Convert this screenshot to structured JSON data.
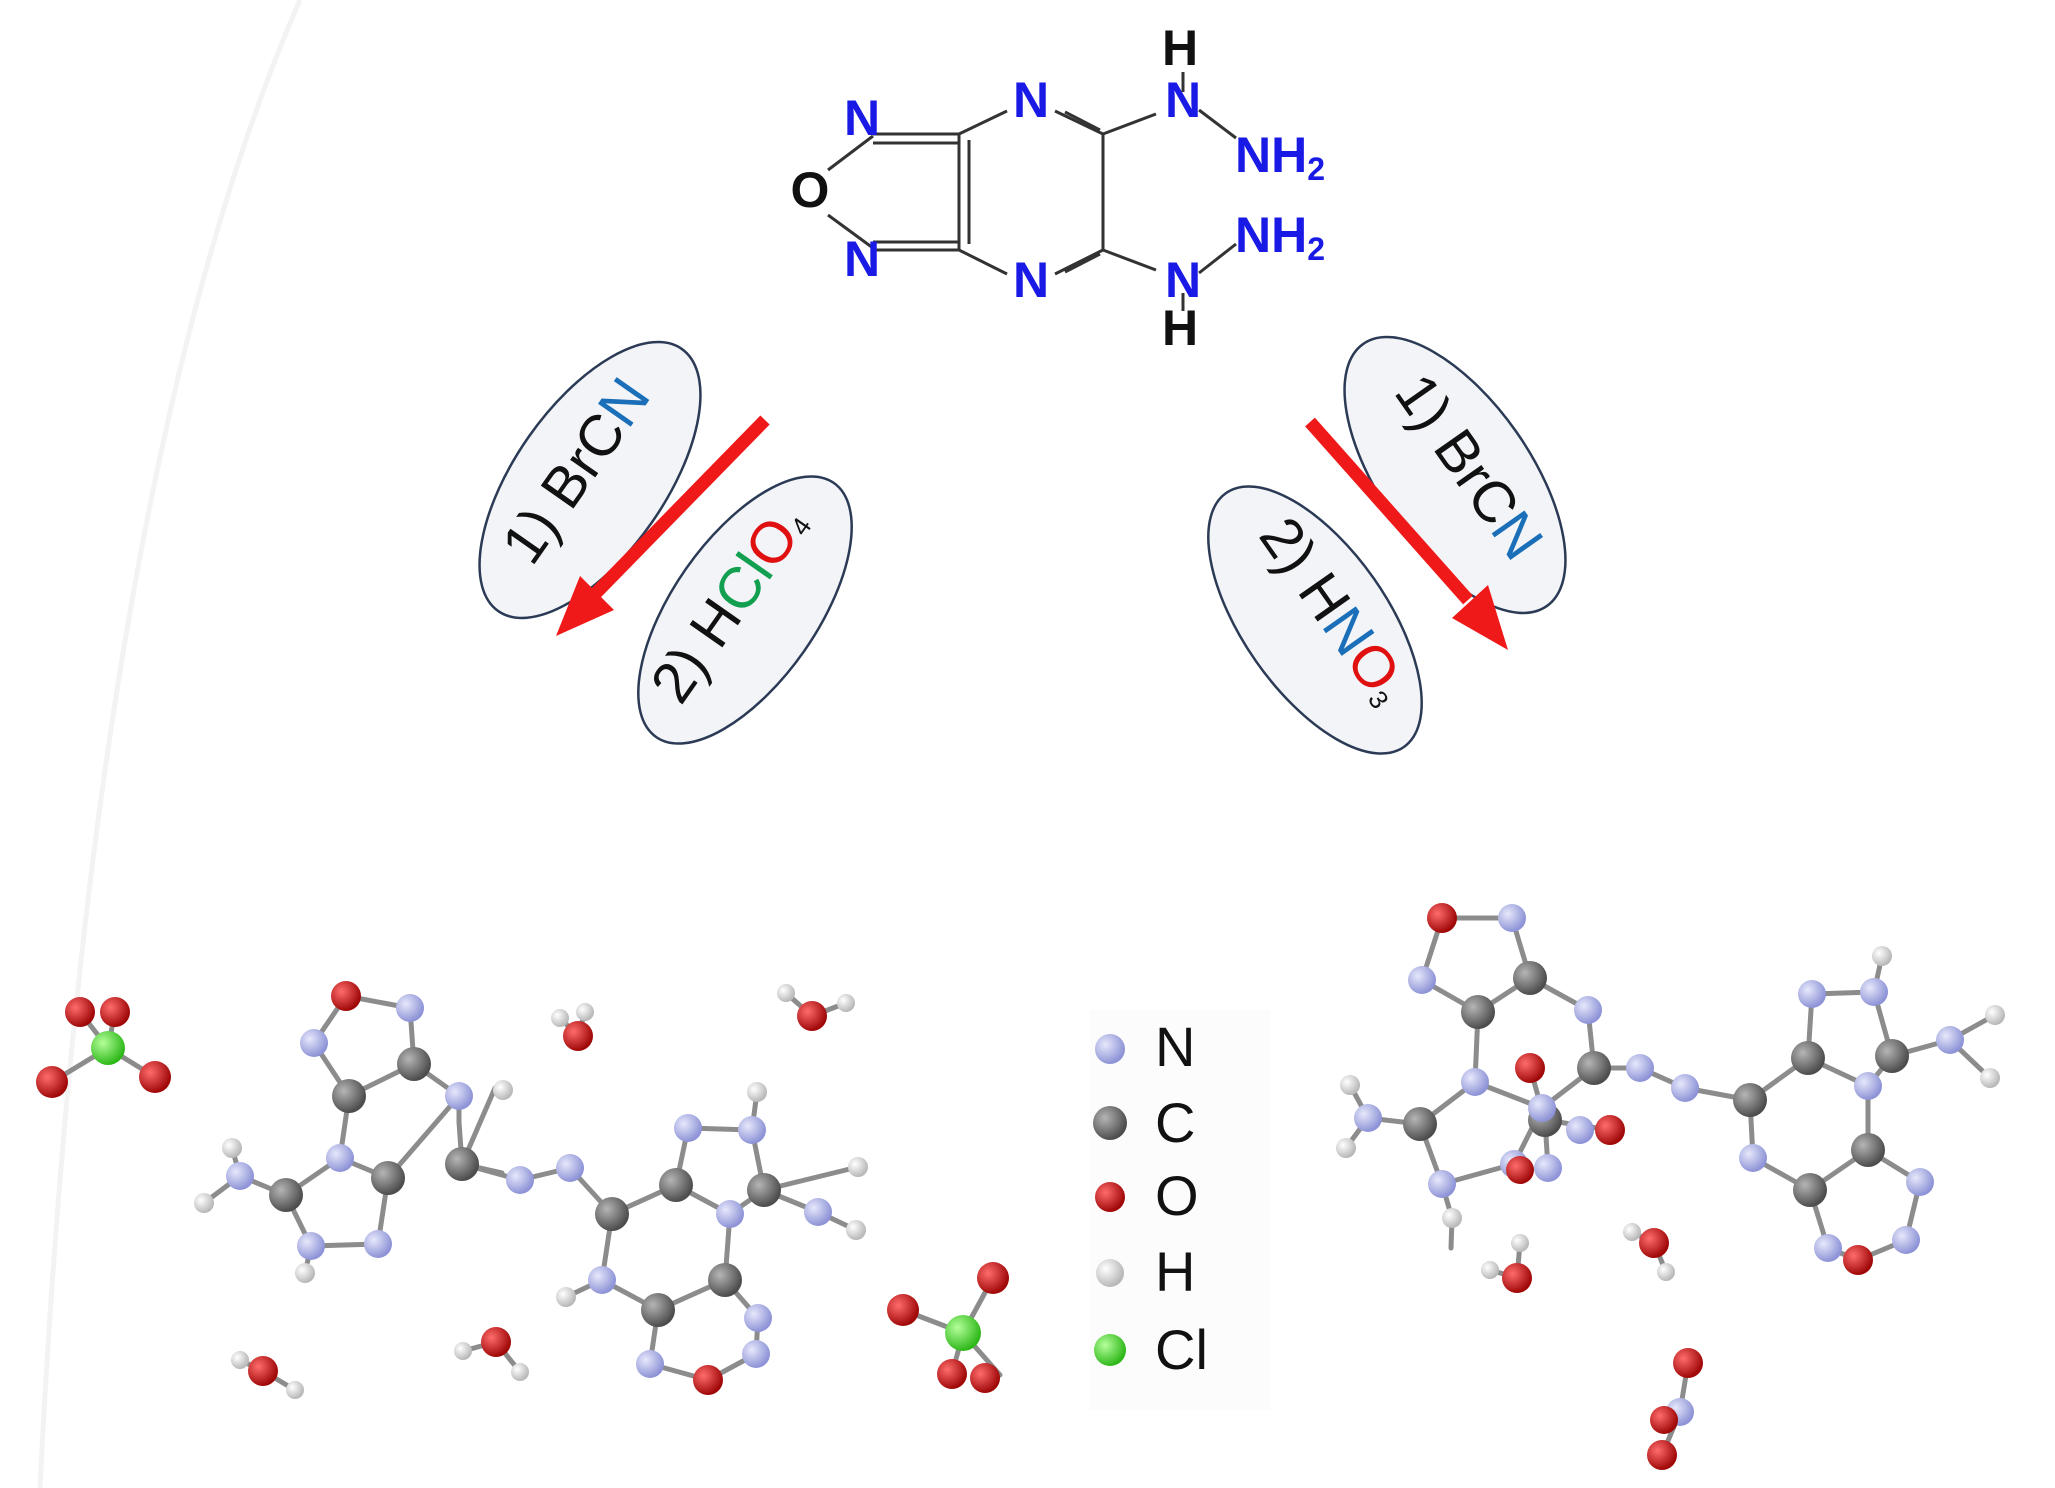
{
  "colors": {
    "atom_N": "#a3a8e3",
    "atom_C": "#6b6b6b",
    "atom_O": "#cc1111",
    "atom_H": "#e4e4e4",
    "atom_Cl": "#55e035",
    "bond": "#8c8c8c",
    "structure_N": "#1a1ae6",
    "arrow": "#f01919",
    "reagent_blue": "#1a6fb8",
    "reagent_green": "#12a050",
    "reagent_red": "#e01010",
    "ellipse_fill": "#f2f4f8",
    "ellipse_stroke": "#2b3a55"
  },
  "precursor": {
    "atoms": {
      "n_top_ring": "N",
      "o_ring": "O",
      "n_bottom_ring": "N",
      "n_pyrazine_top": "N",
      "n_pyrazine_bottom": "N",
      "h_top": "H",
      "n_hydrazine_top": "N",
      "nh2_top": "NH",
      "nh2_top_sub": "2",
      "nh2_bottom": "NH",
      "nh2_bottom_sub": "2",
      "n_hydrazine_bottom": "N",
      "h_bottom": "H"
    }
  },
  "left_route": {
    "step1_prefix": "1) BrC",
    "step1_colored": "N",
    "step2_prefix": "2) H",
    "step2_cl": "Cl",
    "step2_o": "O",
    "step2_sub": "4"
  },
  "right_route": {
    "step1_prefix": "1) BrC",
    "step1_colored": "N",
    "step2_prefix": "2) H",
    "step2_n": "N",
    "step2_o": "O",
    "step2_sub": "3"
  },
  "legend": [
    {
      "label": "N",
      "element": "atom_N"
    },
    {
      "label": "C",
      "element": "atom_C"
    },
    {
      "label": "O",
      "element": "atom_O"
    },
    {
      "label": "H",
      "element": "atom_H"
    },
    {
      "label": "Cl",
      "element": "atom_Cl"
    }
  ]
}
